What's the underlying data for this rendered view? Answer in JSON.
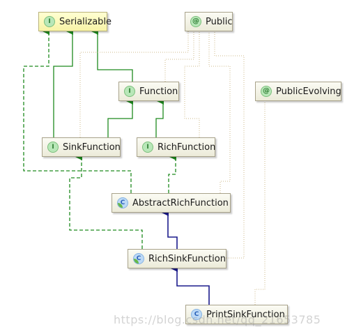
{
  "nodes": [
    {
      "id": "serializable",
      "label": "Serializable",
      "kind": "interface",
      "badge": "I",
      "selected": true
    },
    {
      "id": "public",
      "label": "Public",
      "kind": "annotation",
      "badge": "@"
    },
    {
      "id": "function",
      "label": "Function",
      "kind": "interface",
      "badge": "I"
    },
    {
      "id": "publicevolving",
      "label": "PublicEvolving",
      "kind": "annotation",
      "badge": "@"
    },
    {
      "id": "sinkfunction",
      "label": "SinkFunction",
      "kind": "interface",
      "badge": "I"
    },
    {
      "id": "richfunction",
      "label": "RichFunction",
      "kind": "interface",
      "badge": "I"
    },
    {
      "id": "abstractrichfunction",
      "label": "AbstractRichFunction",
      "kind": "abstract",
      "badge": "C"
    },
    {
      "id": "richsinkfunction",
      "label": "RichSinkFunction",
      "kind": "abstract",
      "badge": "C"
    },
    {
      "id": "printsinkfunction",
      "label": "PrintSinkFunction",
      "kind": "class",
      "badge": "C"
    }
  ],
  "edges": [
    {
      "from": "function",
      "to": "serializable",
      "type": "extends-interface"
    },
    {
      "from": "sinkfunction",
      "to": "serializable",
      "type": "extends-interface"
    },
    {
      "from": "sinkfunction",
      "to": "function",
      "type": "extends-interface"
    },
    {
      "from": "richfunction",
      "to": "function",
      "type": "extends-interface"
    },
    {
      "from": "abstractrichfunction",
      "to": "serializable",
      "type": "implements"
    },
    {
      "from": "abstractrichfunction",
      "to": "richfunction",
      "type": "implements"
    },
    {
      "from": "richsinkfunction",
      "to": "sinkfunction",
      "type": "implements"
    },
    {
      "from": "richsinkfunction",
      "to": "abstractrichfunction",
      "type": "extends-class"
    },
    {
      "from": "printsinkfunction",
      "to": "richsinkfunction",
      "type": "extends-class"
    },
    {
      "from": "sinkfunction",
      "to": "public",
      "type": "annotated"
    },
    {
      "from": "function",
      "to": "public",
      "type": "annotated"
    },
    {
      "from": "richfunction",
      "to": "public",
      "type": "annotated"
    },
    {
      "from": "abstractrichfunction",
      "to": "public",
      "type": "annotated"
    },
    {
      "from": "richsinkfunction",
      "to": "public",
      "type": "annotated"
    },
    {
      "from": "printsinkfunction",
      "to": "publicevolving",
      "type": "annotated"
    }
  ],
  "colors": {
    "interface_edge": "#1e8a1e",
    "class_edge": "#1a1a8c",
    "annotation_edge": "#cdb98a"
  },
  "watermark": "https://blog.csdn.net/qq_21653785"
}
